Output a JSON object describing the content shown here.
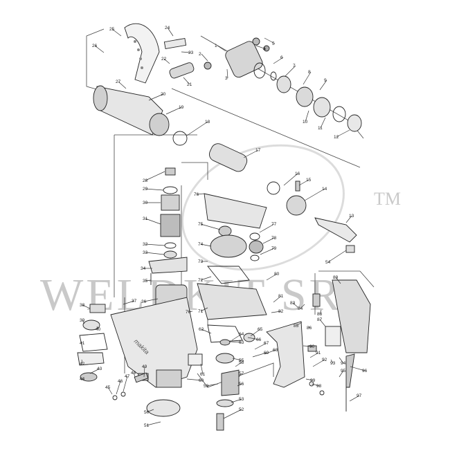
{
  "watermark": {
    "text": "WELDKIT SR",
    "trademark": "TM"
  },
  "housing_logo": "makita",
  "callouts": [
    {
      "n": "1"
    },
    {
      "n": "2"
    },
    {
      "n": "3"
    },
    {
      "n": "4"
    },
    {
      "n": "5"
    },
    {
      "n": "6"
    },
    {
      "n": "7"
    },
    {
      "n": "8"
    },
    {
      "n": "9"
    },
    {
      "n": "10"
    },
    {
      "n": "11"
    },
    {
      "n": "12"
    },
    {
      "n": "13"
    },
    {
      "n": "14"
    },
    {
      "n": "15"
    },
    {
      "n": "16"
    },
    {
      "n": "17"
    },
    {
      "n": "18"
    },
    {
      "n": "19"
    },
    {
      "n": "20"
    },
    {
      "n": "21"
    },
    {
      "n": "22"
    },
    {
      "n": "23"
    },
    {
      "n": "24"
    },
    {
      "n": "25"
    },
    {
      "n": "26"
    },
    {
      "n": "27"
    },
    {
      "n": "28"
    },
    {
      "n": "29"
    },
    {
      "n": "30"
    },
    {
      "n": "31"
    },
    {
      "n": "32"
    },
    {
      "n": "33"
    },
    {
      "n": "34"
    },
    {
      "n": "35"
    },
    {
      "n": "36"
    },
    {
      "n": "37"
    },
    {
      "n": "38"
    },
    {
      "n": "39"
    },
    {
      "n": "40"
    },
    {
      "n": "41"
    },
    {
      "n": "42"
    },
    {
      "n": "43"
    },
    {
      "n": "44"
    },
    {
      "n": "45"
    },
    {
      "n": "46"
    },
    {
      "n": "47"
    },
    {
      "n": "48"
    },
    {
      "n": "49"
    },
    {
      "n": "50"
    },
    {
      "n": "51"
    },
    {
      "n": "52"
    },
    {
      "n": "53"
    },
    {
      "n": "54"
    },
    {
      "n": "55"
    },
    {
      "n": "56"
    },
    {
      "n": "57"
    },
    {
      "n": "58"
    },
    {
      "n": "59"
    },
    {
      "n": "60"
    },
    {
      "n": "61"
    },
    {
      "n": "62"
    },
    {
      "n": "63"
    },
    {
      "n": "64"
    },
    {
      "n": "65"
    },
    {
      "n": "66"
    },
    {
      "n": "67"
    },
    {
      "n": "68"
    },
    {
      "n": "69"
    },
    {
      "n": "70"
    },
    {
      "n": "71"
    },
    {
      "n": "72"
    },
    {
      "n": "73"
    },
    {
      "n": "74"
    },
    {
      "n": "75"
    },
    {
      "n": "76"
    },
    {
      "n": "77"
    },
    {
      "n": "78"
    },
    {
      "n": "79"
    },
    {
      "n": "80"
    },
    {
      "n": "81"
    },
    {
      "n": "82"
    },
    {
      "n": "83"
    },
    {
      "n": "84"
    },
    {
      "n": "85"
    },
    {
      "n": "86"
    },
    {
      "n": "87"
    },
    {
      "n": "88"
    },
    {
      "n": "89"
    },
    {
      "n": "90"
    },
    {
      "n": "91"
    },
    {
      "n": "92"
    },
    {
      "n": "93"
    },
    {
      "n": "94"
    },
    {
      "n": "95"
    },
    {
      "n": "96"
    },
    {
      "n": "97"
    },
    {
      "n": "98"
    },
    {
      "n": "99"
    }
  ]
}
